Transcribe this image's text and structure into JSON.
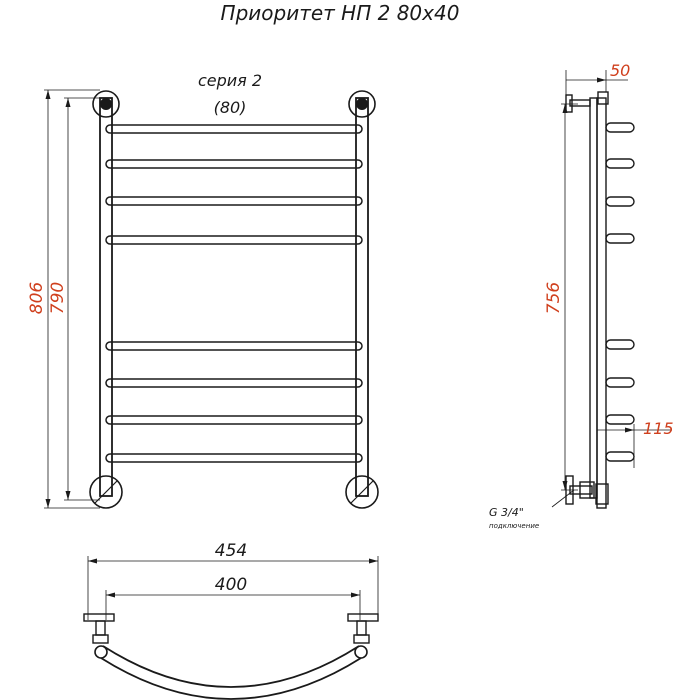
{
  "title": "Приоритет НП 2 80х40",
  "series_label": "серия 2",
  "series_value": "(80)",
  "dimensions": {
    "total_height": "806",
    "axis_height": "790",
    "side_axis_height": "756",
    "wall_offset": "50",
    "bottom_offset": "115",
    "total_width": "454",
    "axis_width": "400"
  },
  "connection": {
    "thread": "G 3/4\"",
    "note": "подключение"
  },
  "colors": {
    "accent": "#d0401e",
    "line": "#1a1a1a"
  },
  "rail_count": 8
}
